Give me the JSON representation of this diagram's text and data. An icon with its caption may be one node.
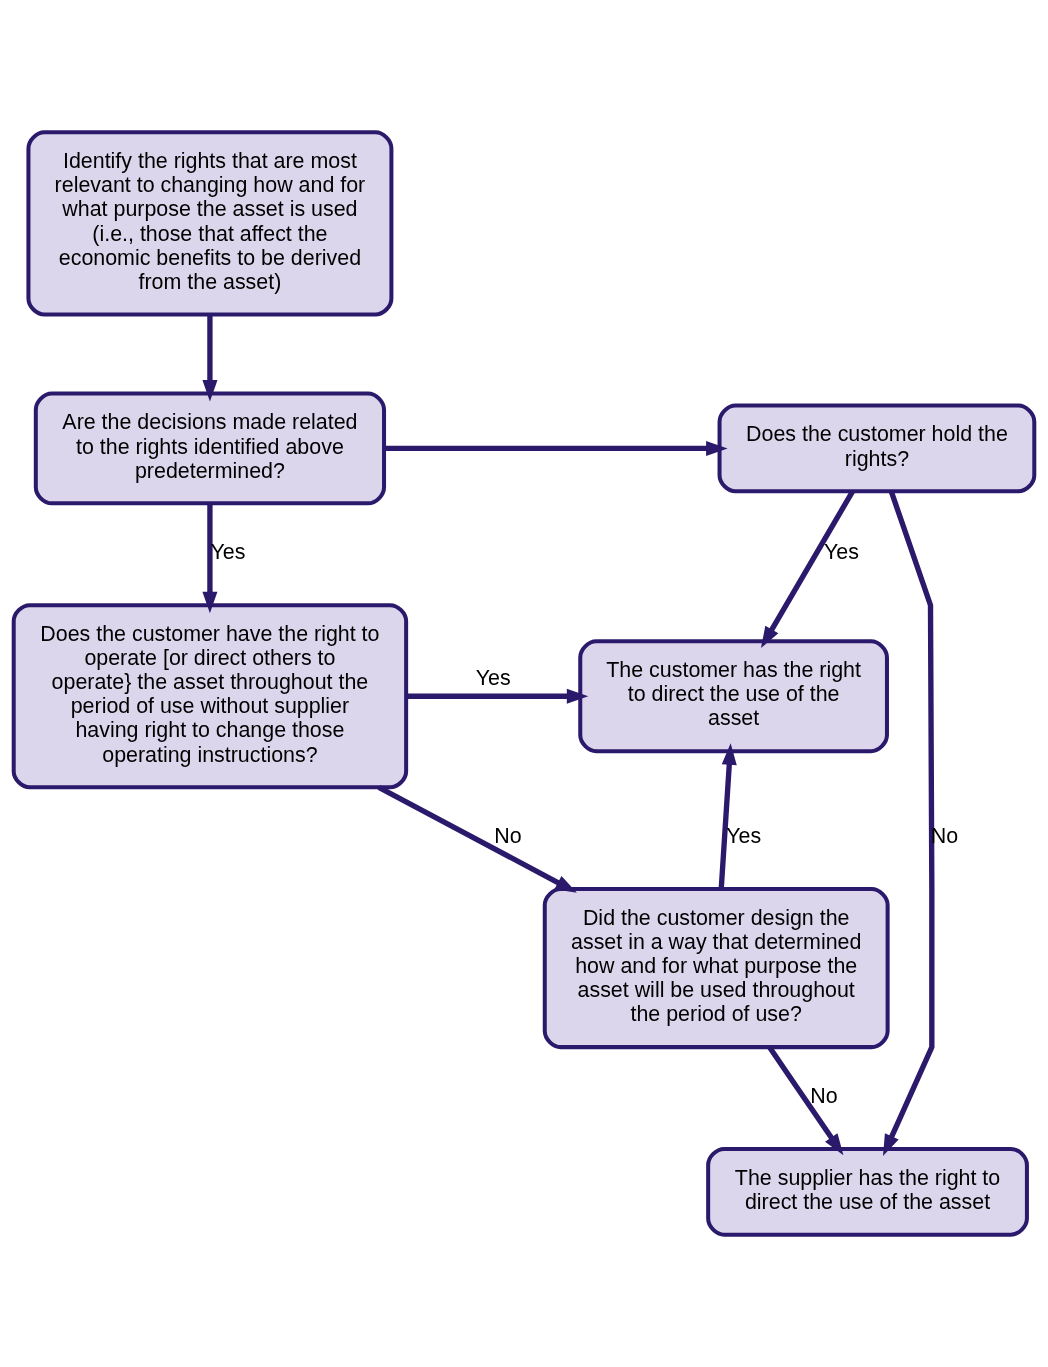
{
  "diagram": {
    "nodes": [
      {
        "text": [
          "Identify the rights that are most relevant to changing how and for what purpose the asset is used (i.e., those that affect the economic benefits to be derived from the asset)"
        ]
      },
      {
        "text": [
          "Are the decisions made related to the rights identified above predetermined?"
        ]
      },
      {
        "text": [
          "Does the customer hold the rights?"
        ]
      },
      {
        "text": [
          "The customer has the right to direct the use of the asset"
        ]
      },
      {
        "text": [
          "Does the customer have the right to operate [or direct others to operate} the asset throughout the period of use without supplier having right to change those operating instructions?"
        ]
      },
      {
        "text": [
          "Did the customer design the asset in a way that determined how and for what purpose the asset will be used throughout the period of use?"
        ]
      },
      {
        "text": [
          "The supplier has the right to direct the use of the asset"
        ]
      }
    ],
    "edges": [
      {
        "from": 0,
        "to": 1,
        "arrow": "to"
      },
      {
        "from": 1,
        "to": 2,
        "arrow": "to"
      },
      {
        "from": 1,
        "to": 4,
        "arrow": "to",
        "label": "Yes"
      },
      {
        "from": 2,
        "to": 3,
        "arrow": "to",
        "label": "Yes"
      },
      {
        "from": 2,
        "to": 6,
        "arrow": "to",
        "label": "No"
      },
      {
        "from": 4,
        "to": 3,
        "arrow": "to",
        "label": "Yes"
      },
      {
        "from": 4,
        "to": 5,
        "arrow": "to",
        "label": "No"
      },
      {
        "from": 5,
        "to": 3,
        "arrow": "to",
        "label": "Yes"
      },
      {
        "from": 5,
        "to": 6,
        "arrow": "to",
        "label": "No"
      }
    ]
  }
}
